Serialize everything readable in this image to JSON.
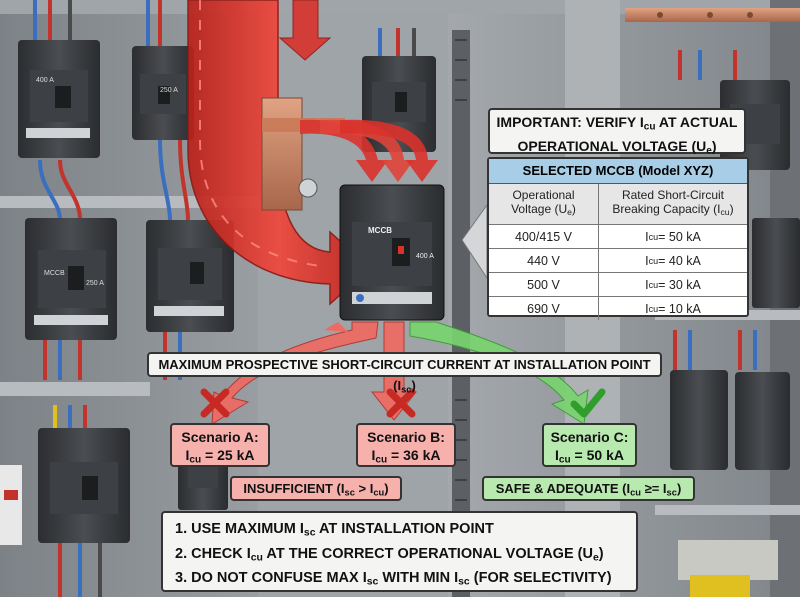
{
  "important_note": {
    "line1_pre": "IMPORTANT: VERIFY I",
    "line1_sub": "cu",
    "line1_post": " AT ACTUAL",
    "line2_pre": "OPERATIONAL VOLTAGE (U",
    "line2_sub": "e",
    "line2_post": ")"
  },
  "table": {
    "title": "SELECTED MCCB (Model XYZ)",
    "col1_header_line1": "Operational",
    "col1_header_pre": "Voltage (U",
    "col1_header_sub": "e",
    "col1_header_post": ")",
    "col2_header_line1": "Rated Short-Circuit",
    "col2_header_pre": "Breaking Capacity (I",
    "col2_header_sub": "cu",
    "col2_header_post": ")",
    "rows": [
      {
        "voltage": "400/415 V",
        "pre": "I",
        "sub": "cu",
        "post": " = 50 kA"
      },
      {
        "voltage": "440 V",
        "pre": "I",
        "sub": "cu",
        "post": " = 40 kA"
      },
      {
        "voltage": "500 V",
        "pre": "I",
        "sub": "cu",
        "post": " = 30 kA"
      },
      {
        "voltage": "690 V",
        "pre": "I",
        "sub": "cu",
        "post": " = 10 kA"
      }
    ]
  },
  "max_isc": {
    "pre": "MAXIMUM PROSPECTIVE SHORT-CIRCUIT CURRENT AT INSTALLATION POINT (I",
    "sub": "sc",
    "post": ")"
  },
  "scenarios": [
    {
      "label": "Scenario A:",
      "pre": "I",
      "sub": "cu",
      "post": " = 25 kA"
    },
    {
      "label": "Scenario B:",
      "pre": "I",
      "sub": "cu",
      "post": " = 36 kA"
    },
    {
      "label": "Scenario C:",
      "pre": "I",
      "sub": "cu",
      "post": " = 50 kA"
    }
  ],
  "insufficient": {
    "pre": "INSUFFICIENT (I",
    "sub1": "sc",
    "mid": " > I",
    "sub2": "cu",
    "post": ")"
  },
  "safe": {
    "pre": "SAFE & ADEQUATE (I",
    "sub1": "cu",
    "mid": " ≥= I",
    "sub2": "sc",
    "post": ")"
  },
  "checklist": {
    "item1_pre": "1. USE MAXIMUM I",
    "item1_sub": "sc",
    "item1_post": " AT INSTALLATION POINT",
    "item2_pre": "2. CHECK I",
    "item2_sub": "cu",
    "item2_mid": " AT THE CORRECT OPERATIONAL VOLTAGE (U",
    "item2_sub2": "e",
    "item2_post": ")",
    "item3_pre": "3. DO NOT CONFUSE MAX I",
    "item3_sub": "sc",
    "item3_mid": " WITH MIN I",
    "item3_sub2": "sc",
    "item3_post": " (FOR SELECTIVITY)"
  },
  "devices": {
    "center_brand": "MCCB",
    "center_rating": "400 A",
    "left_brand": "MCCB",
    "left_rating": "250 A",
    "top_left_rating": "400 A",
    "top_mid_rating": "250 A"
  },
  "colors": {
    "red_arrow": "#d9322b",
    "green_arrow": "#5cc65a",
    "table_header": "#a8cde6",
    "fail_box": "#f6b1ad",
    "pass_box": "#b8eab0"
  }
}
